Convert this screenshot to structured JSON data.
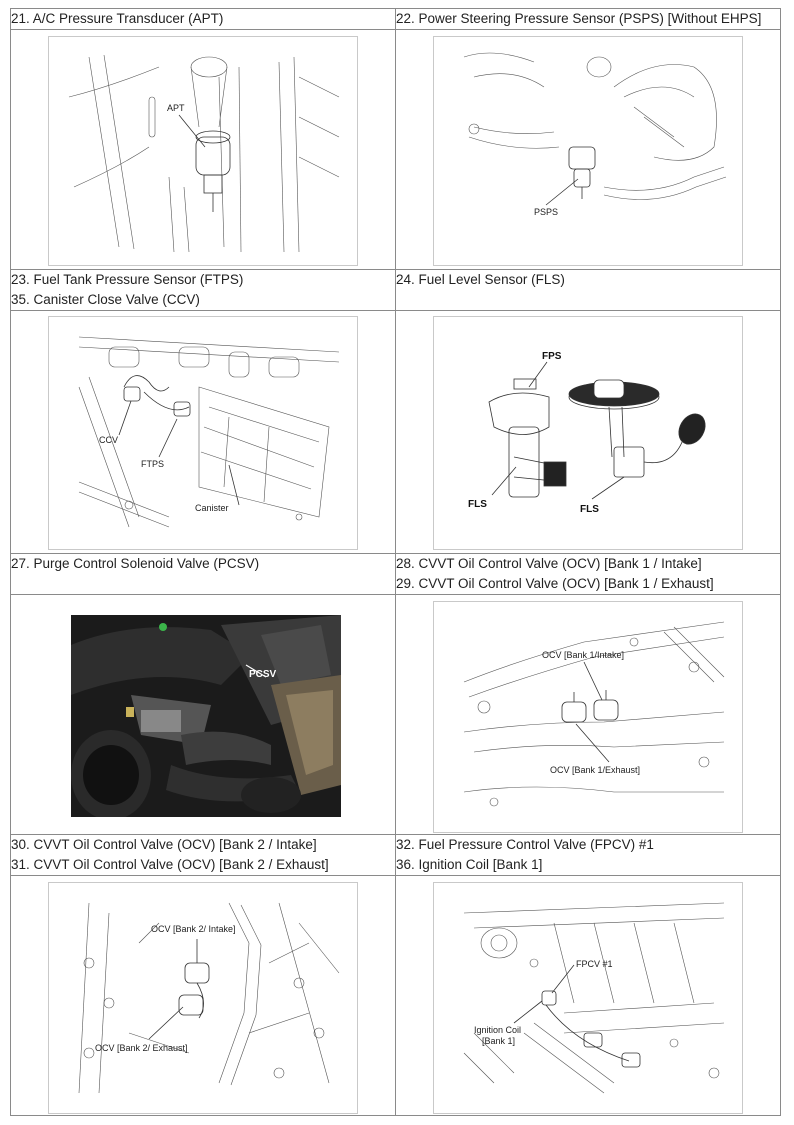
{
  "rows": [
    {
      "left": {
        "headers": [
          "21. A/C Pressure Transducer (APT)"
        ],
        "callouts": [
          "APT"
        ]
      },
      "right": {
        "headers": [
          "22. Power Steering Pressure Sensor (PSPS) [Without EHPS]"
        ],
        "callouts": [
          "PSPS"
        ]
      }
    },
    {
      "left": {
        "headers": [
          "23. Fuel Tank Pressure Sensor (FTPS)",
          "35. Canister Close Valve (CCV)"
        ],
        "callouts": [
          "CCV",
          "FTPS",
          "Canister"
        ]
      },
      "right": {
        "headers": [
          "24. Fuel Level Sensor (FLS)"
        ],
        "callouts": [
          "FPS",
          "FLS",
          "FLS"
        ]
      }
    },
    {
      "left": {
        "headers": [
          "27. Purge Control Solenoid Valve (PCSV)"
        ],
        "callouts": [
          "PCSV"
        ]
      },
      "right": {
        "headers": [
          "28. CVVT Oil Control Valve (OCV) [Bank 1 / Intake]",
          "29. CVVT Oil Control Valve (OCV) [Bank 1 / Exhaust]"
        ],
        "callouts": [
          "OCV [Bank 1/Intake]",
          "OCV [Bank 1/Exhaust]"
        ]
      }
    },
    {
      "left": {
        "headers": [
          "30. CVVT Oil Control Valve (OCV) [Bank 2 / Intake]",
          "31. CVVT Oil Control Valve (OCV) [Bank 2 / Exhaust]"
        ],
        "callouts": [
          "OCV [Bank 2/ Intake]",
          "OCV [Bank 2/ Exhaust]"
        ]
      },
      "right": {
        "headers": [
          "32. Fuel Pressure Control Valve (FPCV) #1",
          "36. Ignition Coil [Bank 1]"
        ],
        "callouts": [
          "FPCV #1",
          "Ignition Coil",
          "[Bank 1]"
        ]
      }
    }
  ]
}
